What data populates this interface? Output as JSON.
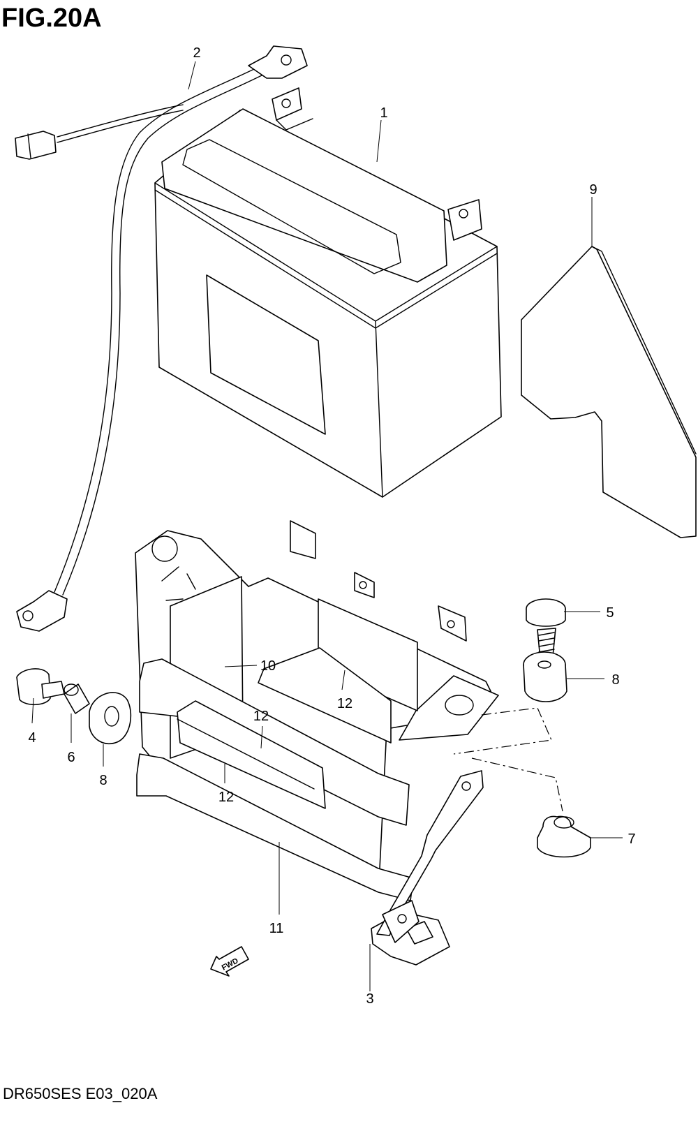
{
  "figure": {
    "title": "FIG.20A",
    "code": "DR650SES E03_020A",
    "fwd_label": "FWD"
  },
  "callouts": [
    {
      "id": "part-1",
      "label": "1"
    },
    {
      "id": "part-2",
      "label": "2"
    },
    {
      "id": "part-3",
      "label": "3"
    },
    {
      "id": "part-4",
      "label": "4"
    },
    {
      "id": "part-5",
      "label": "5"
    },
    {
      "id": "part-6",
      "label": "6"
    },
    {
      "id": "part-7",
      "label": "7"
    },
    {
      "id": "part-8a",
      "label": "8"
    },
    {
      "id": "part-8b",
      "label": "8"
    },
    {
      "id": "part-9",
      "label": "9"
    },
    {
      "id": "part-10",
      "label": "10"
    },
    {
      "id": "part-11",
      "label": "11"
    },
    {
      "id": "part-12a",
      "label": "12"
    },
    {
      "id": "part-12b",
      "label": "12"
    },
    {
      "id": "part-12c",
      "label": "12"
    }
  ]
}
